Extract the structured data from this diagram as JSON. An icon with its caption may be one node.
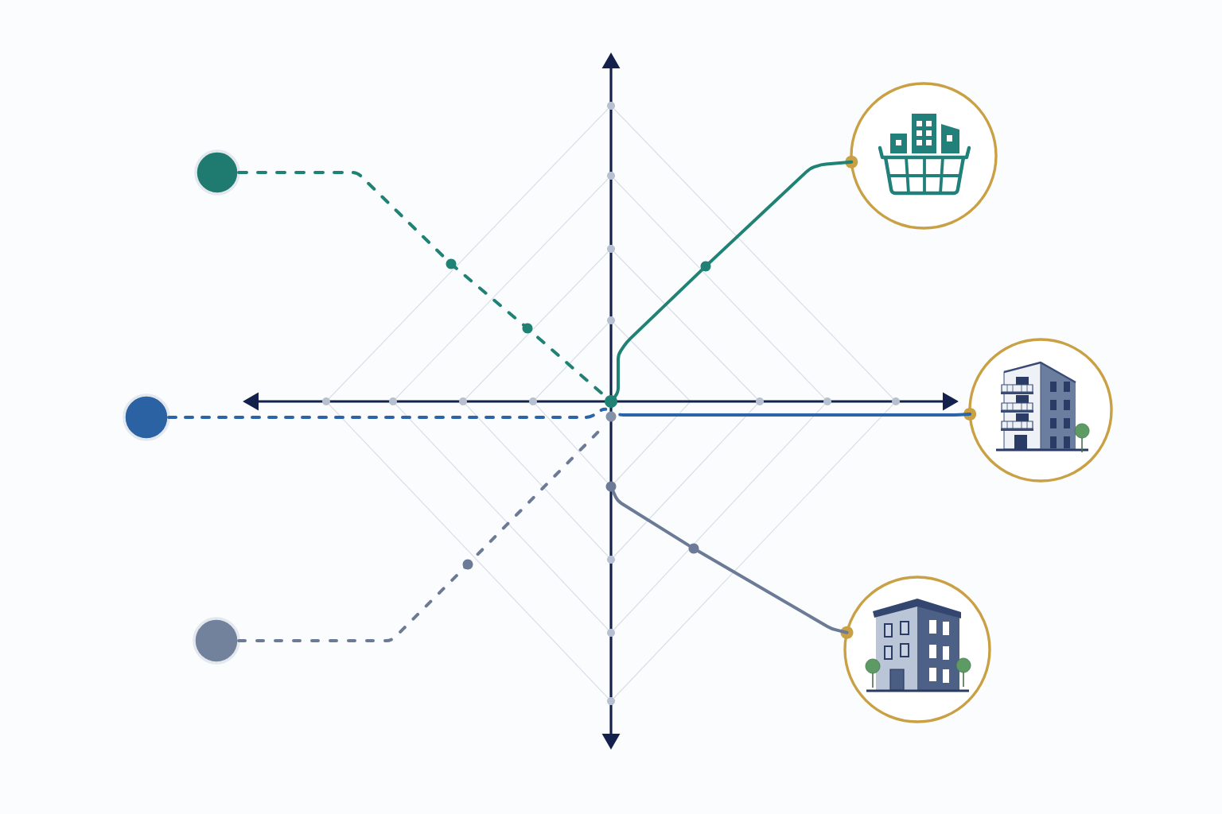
{
  "diagram": {
    "nodes": [
      {
        "text": [],
        "shape": "circle"
      },
      {
        "text": [],
        "shape": "circle"
      },
      {
        "text": [],
        "shape": "circle"
      },
      {
        "text": [],
        "shape": "circle"
      },
      {
        "text": [],
        "shape": "circle"
      },
      {
        "text": [],
        "shape": "circle"
      }
    ],
    "edges": [
      {
        "from": 0,
        "to": 3,
        "arrow": "none",
        "color": "#1f8275"
      },
      {
        "from": 1,
        "to": 4,
        "arrow": "none",
        "color": "#2b64a8"
      },
      {
        "from": 2,
        "to": 5,
        "arrow": "none",
        "color": "#6b7b97"
      }
    ]
  }
}
